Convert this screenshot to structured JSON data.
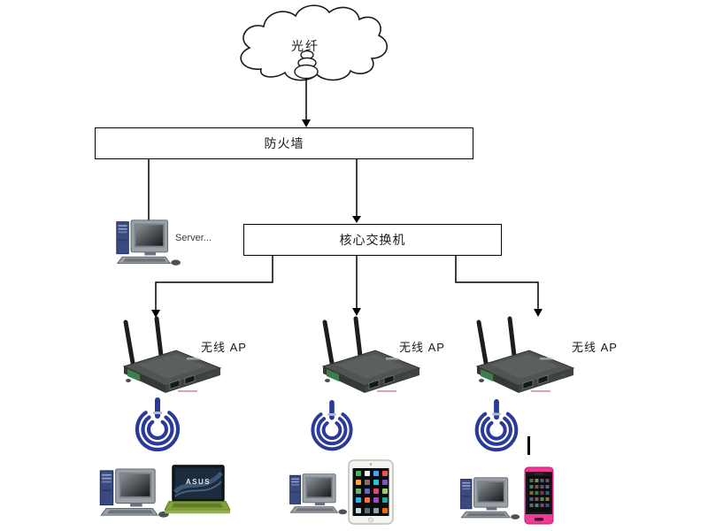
{
  "cloud": {
    "label": "光纤"
  },
  "firewall": {
    "label": "防火墙"
  },
  "server": {
    "label": "Server..."
  },
  "core_switch": {
    "label": "核心交换机"
  },
  "access_points": [
    {
      "label": "无线 AP"
    },
    {
      "label": "无线 AP"
    },
    {
      "label": "无线 AP"
    }
  ],
  "devices": {
    "laptop_brand": "ASUS"
  },
  "icons": {
    "internet": "cloud-icon",
    "server": "desktop-pc-icon",
    "access_point": "wireless-router-icon",
    "signal": "wifi-signal-icon",
    "clients": [
      "desktop-pc-icon",
      "laptop-icon",
      "tablet-icon",
      "smartphone-icon"
    ]
  },
  "colors": {
    "connector_line": "#000000",
    "box_border": "#000000",
    "box_fill": "#ffffff",
    "wifi_icon_blue": "#2b3a9a",
    "laptop_green": "#7fa23b",
    "phone_pink": "#ed3b94",
    "ap_body_gray": "#505553"
  }
}
